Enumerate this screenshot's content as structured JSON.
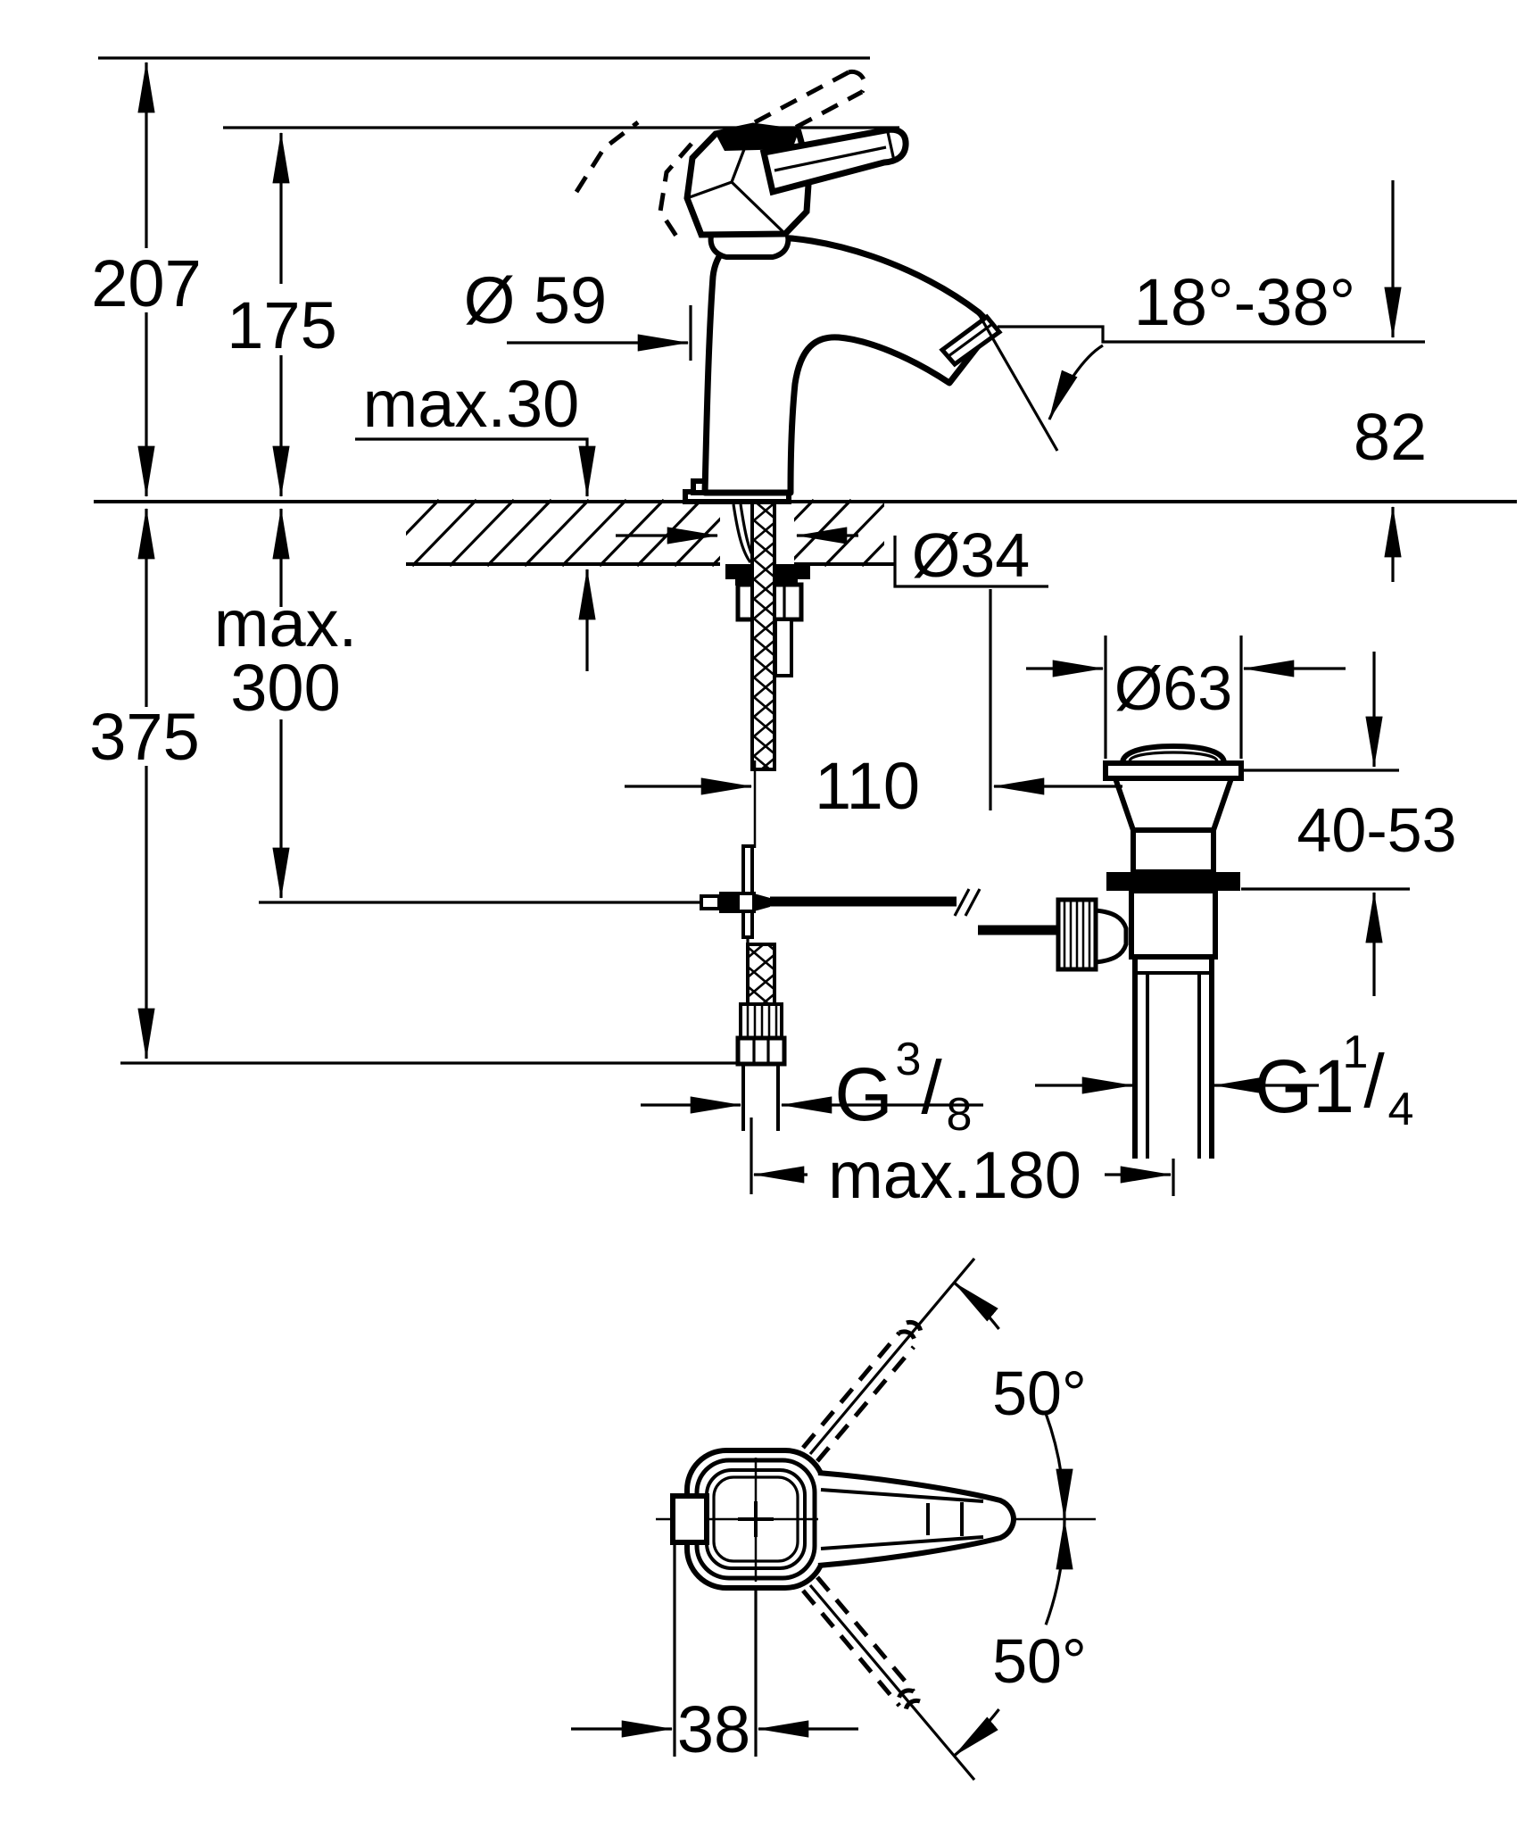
{
  "colors": {
    "ink": "#000000",
    "paper": "#ffffff"
  },
  "side_view": {
    "overall_height": "207",
    "spout_tip_height": "175",
    "body_diameter": "Ø 59",
    "max_deck_thickness": "max.30",
    "spout_angle_range": "18°-38°",
    "outlet_height": "82",
    "hole_diameter": "Ø34"
  },
  "installation": {
    "max_word": "max.",
    "max_rod_depth": "300",
    "supply_length": "375",
    "spout_projection": "110",
    "supply_thread": {
      "g": "G",
      "numerator": "3",
      "slash": "/",
      "denominator": "8"
    },
    "rod_horizontal_max": "max.180"
  },
  "waste": {
    "flange_diameter": "Ø63",
    "deck_thickness_range": "40-53",
    "thread": {
      "g": "G1",
      "numerator": "1",
      "slash": "/",
      "denominator": "4"
    }
  },
  "top_view": {
    "handle_swing_up": "50°",
    "handle_swing_down": "50°",
    "handle_offset": "38"
  }
}
